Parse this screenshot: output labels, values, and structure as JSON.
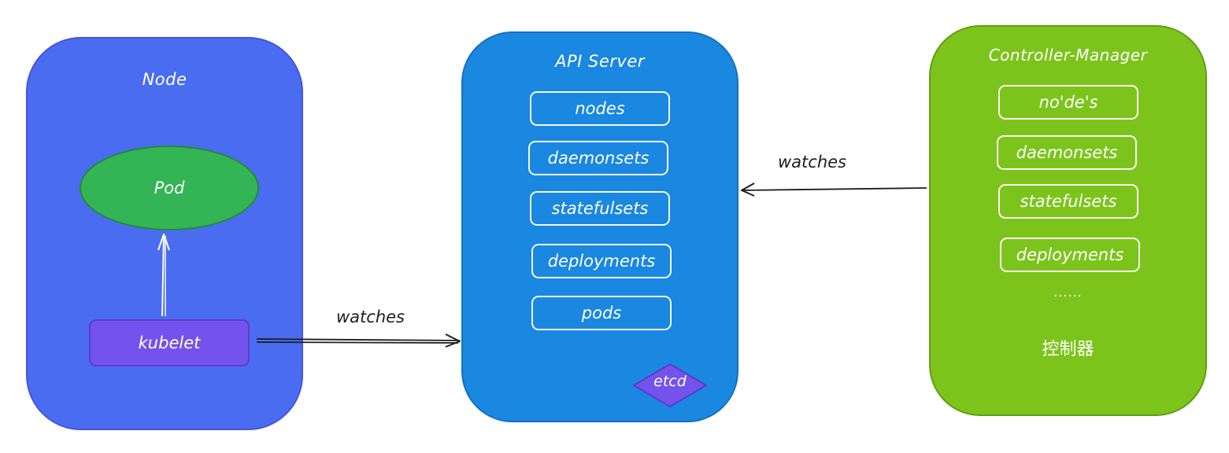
{
  "node": {
    "title": "Node",
    "pod": "Pod",
    "kubelet": "kubelet"
  },
  "api_server": {
    "title": "API Server",
    "resources": [
      "nodes",
      "daemonsets",
      "statefulsets",
      "deployments",
      "pods"
    ],
    "etcd": "etcd"
  },
  "controller_manager": {
    "title": "Controller-Manager",
    "resources": [
      "no'de's",
      "daemonsets",
      "statefulsets",
      "deployments"
    ],
    "ellipsis": "......",
    "label": "控制器"
  },
  "edges": {
    "kubelet_to_api": "watches",
    "cm_to_api": "watches"
  },
  "colors": {
    "node_panel": "#4a6cf0",
    "api_panel": "#1a87e0",
    "cm_panel": "#7cc41c",
    "pod": "#33b455",
    "kubelet": "#7452ec",
    "etcd": "#7452ec"
  }
}
